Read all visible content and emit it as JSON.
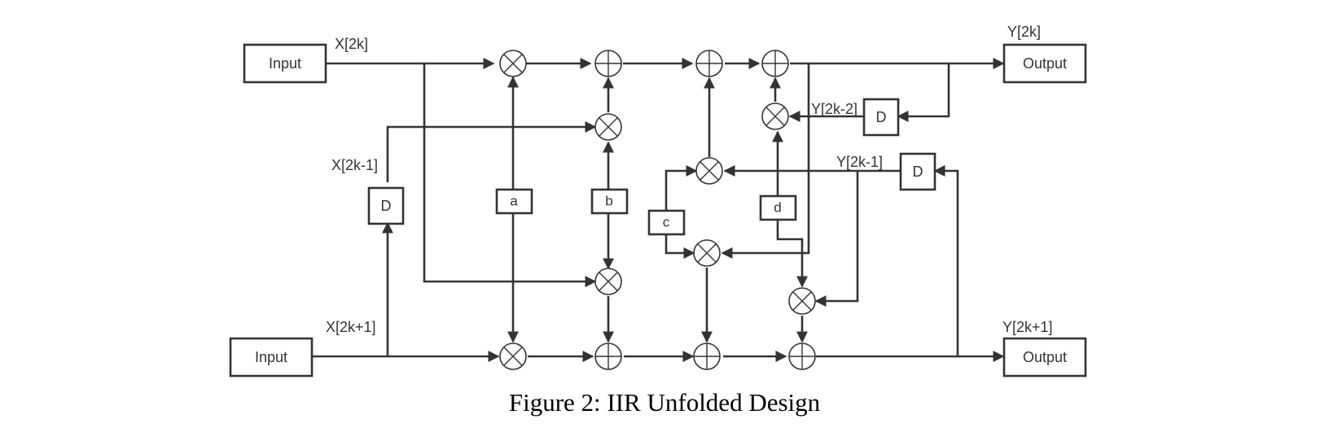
{
  "diagram": {
    "input_top": "Input",
    "input_bottom": "Input",
    "output_top": "Output",
    "output_bottom": "Output",
    "delay_x": "D",
    "delay_y_top": "D",
    "delay_y_mid": "D",
    "coef_a": "a",
    "coef_b": "b",
    "coef_c": "c",
    "coef_d": "d",
    "label_x2k": "X[2k]",
    "label_x2k_minus_1": "X[2k-1]",
    "label_x2k_plus_1": "X[2k+1]",
    "label_y2k": "Y[2k]",
    "label_y2k_minus_2": "Y[2k-2]",
    "label_y2k_minus_1": "Y[2k-1]",
    "label_y2k_plus_1": "Y[2k+1]"
  },
  "caption": "Figure 2: IIR Unfolded Design"
}
